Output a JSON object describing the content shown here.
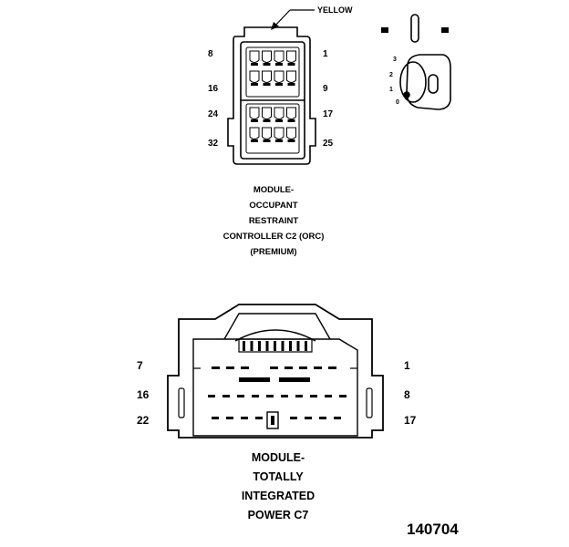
{
  "connector_c2": {
    "wire_color_callout": "YELLOW",
    "pin_labels": {
      "top_left": "8",
      "top_right": "1",
      "mid_left": "16",
      "mid_right": "9",
      "lower_left": "24",
      "lower_right": "17",
      "bottom_left": "32",
      "bottom_right": "25"
    },
    "caption": [
      "MODULE-",
      "OCCUPANT",
      "RESTRAINT",
      "CONTROLLER C2 (ORC)",
      "(PREMIUM)"
    ]
  },
  "key_detail": {
    "positions": [
      "3",
      "2",
      "1",
      "0"
    ]
  },
  "connector_c7": {
    "pin_labels": {
      "row1_left": "7",
      "row1_right": "1",
      "row2_left": "16",
      "row2_right": "8",
      "row3_left": "22",
      "row3_right": "17"
    },
    "caption": [
      "MODULE-",
      "TOTALLY",
      "INTEGRATED",
      "POWER C7"
    ]
  },
  "figure_number": "140704"
}
